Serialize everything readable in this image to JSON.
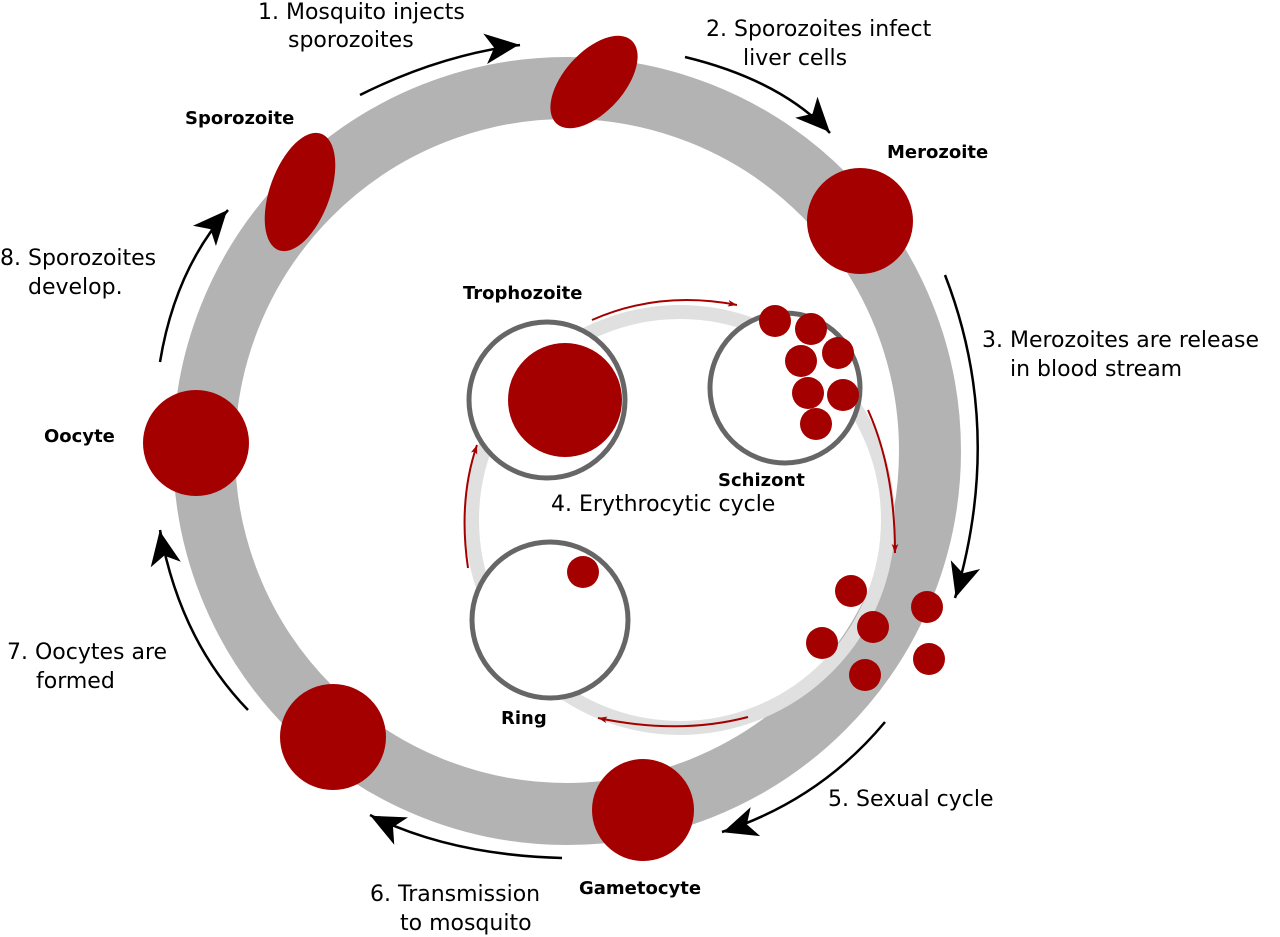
{
  "colors": {
    "parasite": "#a50000",
    "outer_ring": "#b3b3b3",
    "inner_ring": "#e0e0e0",
    "cell_border": "#666666"
  },
  "steps": {
    "s1": [
      "1. Mosquito injects",
      "sporozoites"
    ],
    "s2": [
      "2. Sporozoites infect",
      "liver cells"
    ],
    "s3": [
      "3. Merozoites are release",
      "in blood stream"
    ],
    "s4": "4. Erythrocytic cycle",
    "s5": "5. Sexual cycle",
    "s6": [
      "6. Transmission",
      "to mosquito"
    ],
    "s7": [
      "7. Oocytes are",
      "formed"
    ],
    "s8": [
      "8. Sporozoites",
      "develop."
    ]
  },
  "stages": {
    "sporozoite": "Sporozoite",
    "merozoite": "Merozoite",
    "oocyte": "Oocyte",
    "gametocyte": "Gametocyte",
    "trophozoite": "Trophozoite",
    "schizont": "Schizont",
    "ring": "Ring"
  }
}
